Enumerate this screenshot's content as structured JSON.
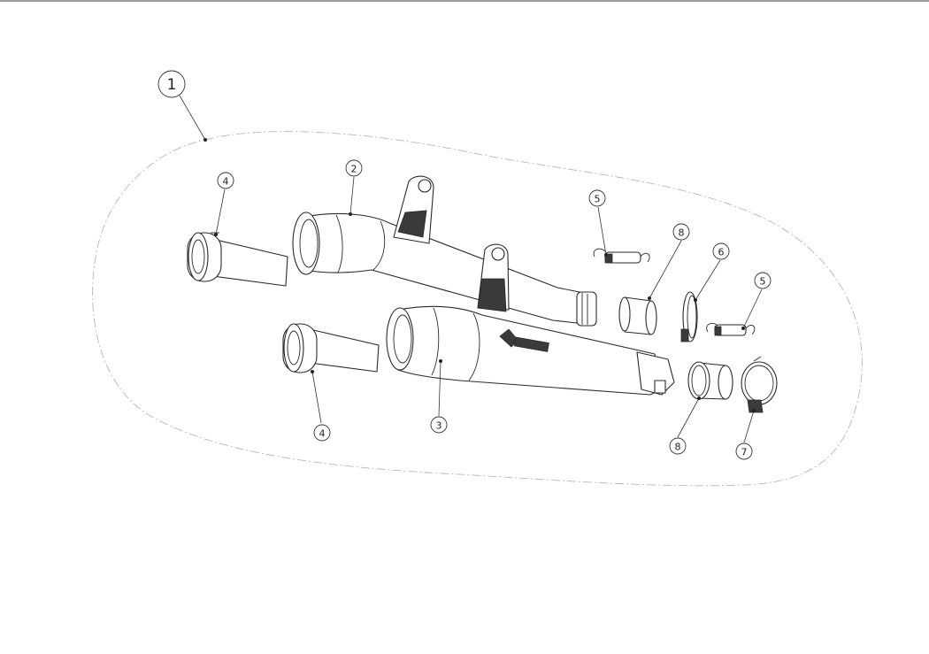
{
  "callouts": {
    "c1": "1",
    "c2": "2",
    "c3": "3",
    "c4a": "4",
    "c4b": "4",
    "c5a": "5",
    "c5b": "5",
    "c6": "6",
    "c7": "7",
    "c8a": "8",
    "c8b": "8"
  },
  "colors": {
    "line": "#2a2a2a",
    "boundary": "#b8b8b8",
    "top_rule": "#9a9a9a"
  }
}
